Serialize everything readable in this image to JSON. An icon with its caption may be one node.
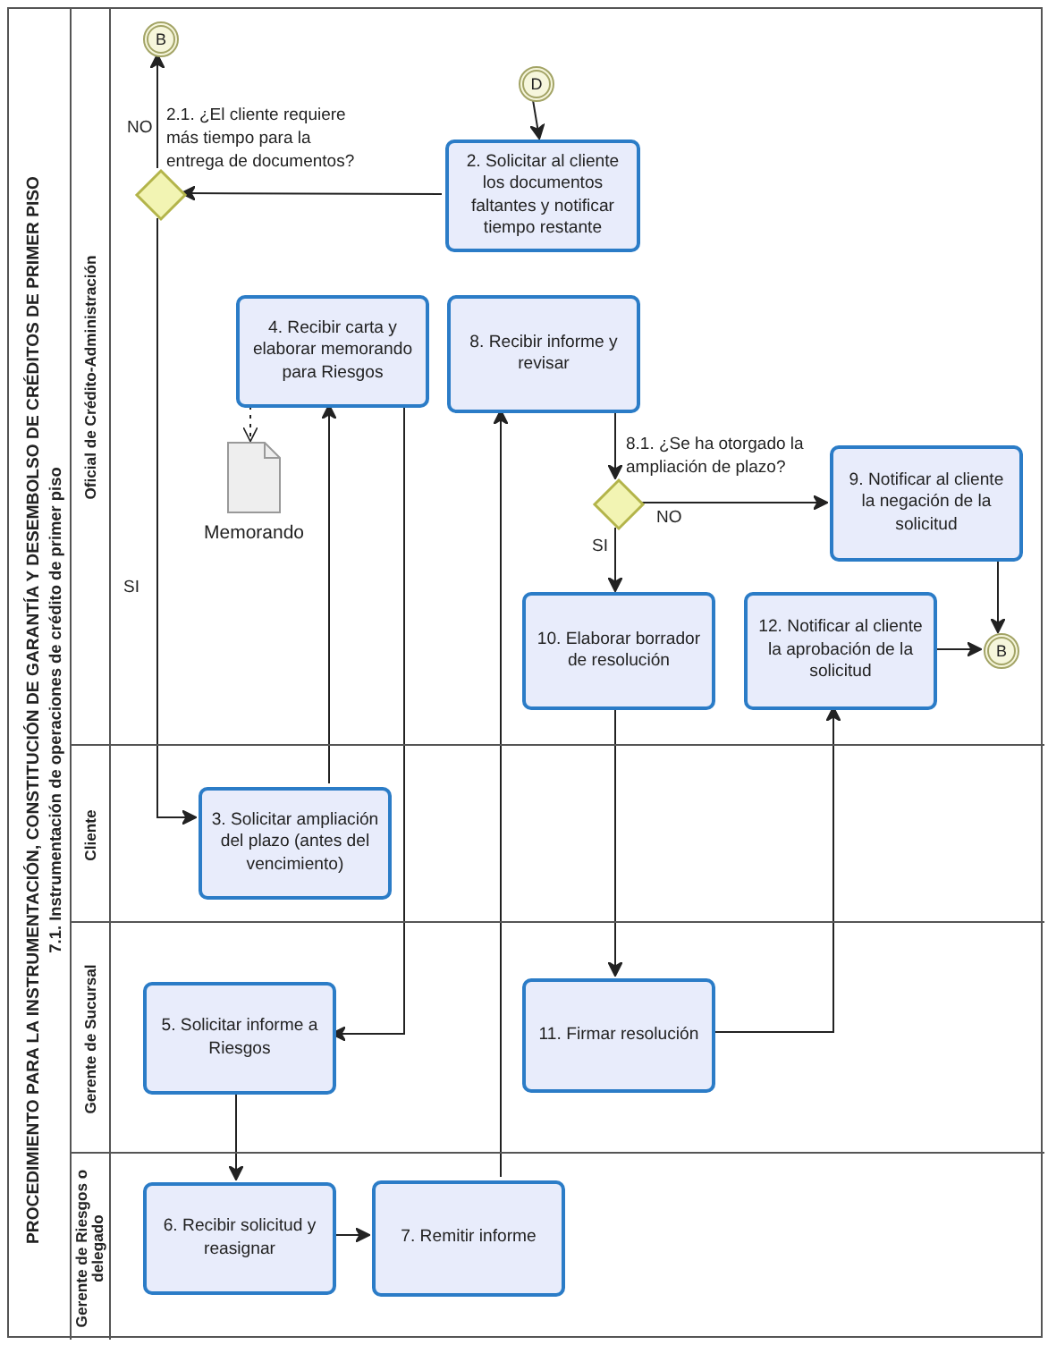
{
  "diagram": {
    "nodes": [
      {
        "text": [
          "PROCEDIMIENTO PARA LA INSTRUMENTACIÓN, CONSTITUCIÓN DE GARANTÍA Y DESEMBOLSO DE CRÉDITOS DE PRIMER PISO",
          "7.1. Instrumentación de operaciones de crédito de primer piso"
        ]
      },
      {
        "text": [
          "Oficial de Crédito-Administración"
        ],
        "in": 0
      },
      {
        "text": [
          "B"
        ],
        "in": 1
      },
      {
        "text": [
          "D"
        ],
        "in": 1
      },
      {
        "text": [],
        "shape": "diamond",
        "beside": [
          "2.1. ¿El cliente requiere más tiempo para la entrega de documentos?"
        ],
        "in": 1
      },
      {
        "text": [
          "2. Solicitar al cliente los documentos faltantes y notificar tiempo restante"
        ],
        "in": 1
      },
      {
        "text": [
          "4. Recibir carta y elaborar memorando para Riesgos"
        ],
        "in": 1
      },
      {
        "text": [
          "Memorando"
        ],
        "in": 1
      },
      {
        "text": [
          "8. Recibir informe y revisar"
        ],
        "in": 1
      },
      {
        "text": [],
        "shape": "diamond",
        "beside": [
          "8.1. ¿Se ha otorgado la ampliación de plazo?"
        ],
        "in": 1
      },
      {
        "text": [
          "9. Notificar al cliente la negación de la solicitud"
        ],
        "in": 1
      },
      {
        "text": [
          "10. Elaborar borrador de resolución"
        ],
        "in": 1
      },
      {
        "text": [
          "12. Notificar al cliente la aprobación de la solicitud"
        ],
        "in": 1
      },
      {
        "text": [
          "B"
        ],
        "in": 1
      },
      {
        "text": [
          "Cliente"
        ],
        "in": 0
      },
      {
        "text": [
          "3. Solicitar ampliación del plazo (antes del vencimiento)"
        ],
        "in": 14
      },
      {
        "text": [
          "Gerente de Sucursal"
        ],
        "in": 0
      },
      {
        "text": [
          "5. Solicitar informe a Riesgos"
        ],
        "in": 16
      },
      {
        "text": [
          "11. Firmar resolución"
        ],
        "in": 16
      },
      {
        "text": [
          "Gerente de Riesgos o delegado"
        ],
        "in": 0
      },
      {
        "text": [
          "6. Recibir solicitud y reasignar"
        ],
        "in": 19
      },
      {
        "text": [
          "7. Remitir informe"
        ],
        "in": 19
      }
    ],
    "edges": [
      {
        "from": 3,
        "to": 5,
        "arrow": "to"
      },
      {
        "from": 5,
        "to": 4,
        "arrow": "to"
      },
      {
        "from": 4,
        "to": 2,
        "arrow": "to",
        "label": "NO"
      },
      {
        "from": 4,
        "to": 15,
        "arrow": "to",
        "label": "SI"
      },
      {
        "from": 15,
        "to": 6,
        "arrow": "to"
      },
      {
        "from": 6,
        "to": 7,
        "arrow": "to",
        "style": "dashed"
      },
      {
        "from": 6,
        "to": 17,
        "arrow": "to"
      },
      {
        "from": 17,
        "to": 20,
        "arrow": "to"
      },
      {
        "from": 20,
        "to": 21,
        "arrow": "to"
      },
      {
        "from": 21,
        "to": 8,
        "arrow": "to"
      },
      {
        "from": 8,
        "to": 9,
        "arrow": "to"
      },
      {
        "from": 9,
        "to": 10,
        "arrow": "to",
        "label": "NO"
      },
      {
        "from": 9,
        "to": 11,
        "arrow": "to",
        "label": "SI"
      },
      {
        "from": 10,
        "to": 13,
        "arrow": "to"
      },
      {
        "from": 12,
        "to": 13,
        "arrow": "to"
      },
      {
        "from": 11,
        "to": 18,
        "arrow": "to"
      },
      {
        "from": 18,
        "to": 12,
        "arrow": "to"
      }
    ]
  }
}
